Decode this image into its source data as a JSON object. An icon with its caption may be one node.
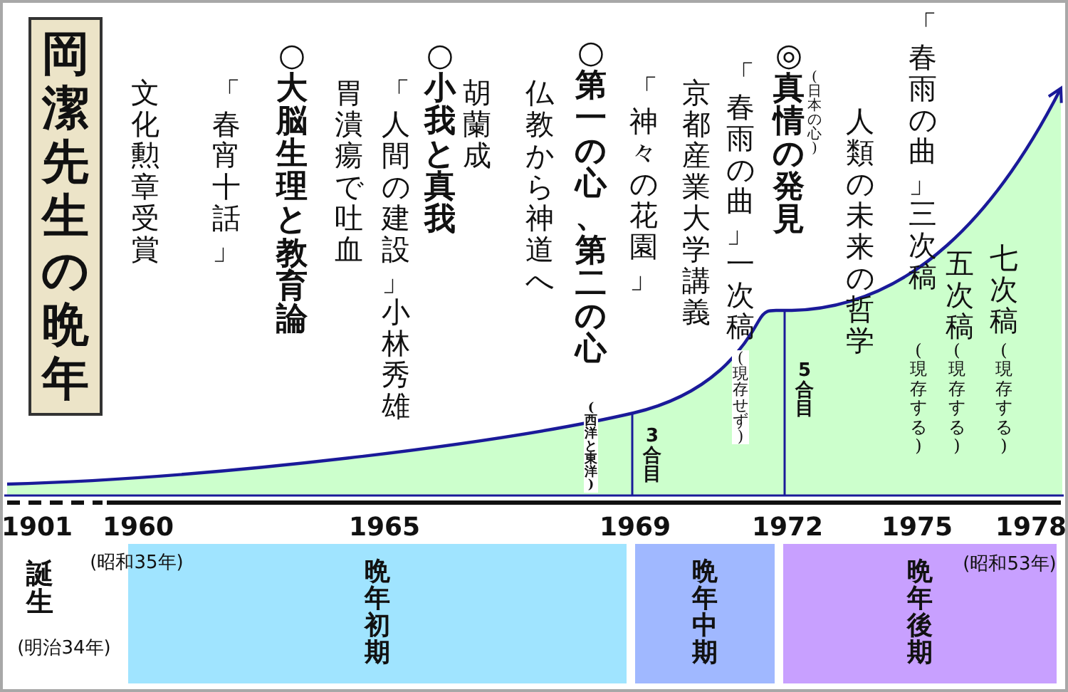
{
  "diagram": {
    "title": "岡潔先生の晩年",
    "nodes": [
      {
        "text": [
          "晩年初期"
        ]
      },
      {
        "text": [
          "晩年中期"
        ]
      },
      {
        "text": [
          "晩年後期"
        ]
      }
    ],
    "labels": [
      "文化勲章受賞",
      "「春宵十話」",
      "○大脳生理と教育論",
      "胃潰瘍で吐血",
      "「人間の建設」小林秀雄",
      "○小我と真我",
      "胡蘭成",
      "仏教から神道へ",
      "○第一の心、第二の心",
      "(西洋と東洋)",
      "「神々の花園」",
      "京都産業大学講義",
      "「春雨の曲」一次稿",
      "(現存せず)",
      "(日本の心)",
      "◎真情の発見",
      "人類の未来の哲学",
      "「春雨の曲」三次稿",
      "(現存する)",
      "五次稿",
      "(現存する)",
      "七次稿",
      "(現存する)",
      "3合目",
      "5合目",
      "1901",
      "1960",
      "1965",
      "1969",
      "1972",
      "1975",
      "1978",
      "誕生",
      "(昭和35年)",
      "(明治34年)",
      "(昭和53年)"
    ]
  }
}
